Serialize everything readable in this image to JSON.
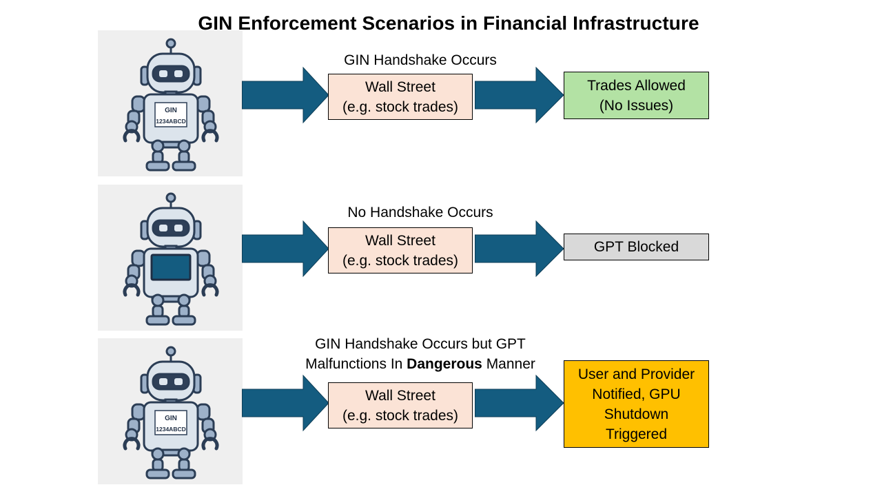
{
  "title": "GIN Enforcement Scenarios in Financial Infrastructure",
  "colors": {
    "arrow": "#145c80",
    "venue_fill": "#fbe3d6",
    "allowed_fill": "#b3e2a4",
    "blocked_fill": "#d9d9d9",
    "shutdown_fill": "#ffc000",
    "robot_body": "#dce4ec",
    "robot_limb": "#9db1c9",
    "robot_outline": "#2b3d55"
  },
  "scenarios": [
    {
      "caption_lines": [
        "GIN Handshake Occurs"
      ],
      "venue_lines": [
        "Wall Street",
        "(e.g. stock trades)"
      ],
      "outcome_lines": [
        "Trades Allowed",
        "(No Issues)"
      ],
      "robot_badge": {
        "label": "GIN",
        "id": "1234ABCD"
      }
    },
    {
      "caption_lines": [
        "No Handshake Occurs"
      ],
      "venue_lines": [
        "Wall Street",
        "(e.g. stock trades)"
      ],
      "outcome_lines": [
        "GPT Blocked"
      ],
      "robot_badge": null
    },
    {
      "caption_lines": [
        "GIN Handshake Occurs but GPT",
        "Malfunctions In ",
        "Dangerous",
        " Manner"
      ],
      "venue_lines": [
        "Wall Street",
        "(e.g. stock trades)"
      ],
      "outcome_lines": [
        "User and Provider",
        "Notified, GPU",
        "Shutdown",
        "Triggered"
      ],
      "robot_badge": {
        "label": "GIN",
        "id": "1234ABCD"
      }
    }
  ]
}
